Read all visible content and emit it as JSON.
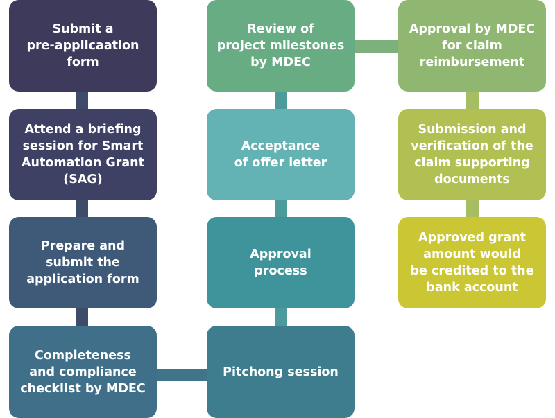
{
  "steps": [
    {
      "id": "s1",
      "label": "Submit a\npre-applicaation\nform",
      "color": "#3e3a5c"
    },
    {
      "id": "s2",
      "label": "Attend a briefing\nsession for Smart\nAutomation Grant\n(SAG)",
      "color": "#3e4164"
    },
    {
      "id": "s3",
      "label": "Prepare and\nsubmit the\napplication form",
      "color": "#3e5a78"
    },
    {
      "id": "s4",
      "label": "Completeness\nand compliance\nchecklist by MDEC",
      "color": "#3f6f89"
    },
    {
      "id": "s5",
      "label": "Pitchong session",
      "color": "#3d7d8d"
    },
    {
      "id": "s6",
      "label": "Approval\nprocess",
      "color": "#3f949b"
    },
    {
      "id": "s7",
      "label": "Acceptance\nof offer letter",
      "color": "#63b3b5"
    },
    {
      "id": "s8",
      "label": "Review of\nproject milestones\nby MDEC",
      "color": "#68ac84"
    },
    {
      "id": "s9",
      "label": "Approval by MDEC\nfor claim\nreimbursement",
      "color": "#8fb771"
    },
    {
      "id": "s10",
      "label": "Submission and\nverification of the\nclaim supporting\ndocuments",
      "color": "#b2c053"
    },
    {
      "id": "s11",
      "label": "Approved grant\namount would\nbe credited to the\nbank account",
      "color": "#cbc734"
    }
  ],
  "connector_colors": {
    "col1": "#3e4c6a",
    "bottom": "#3f7588",
    "col2": "#4d9a9a",
    "top": "#7cb07c",
    "col3": "#a7bd61"
  }
}
